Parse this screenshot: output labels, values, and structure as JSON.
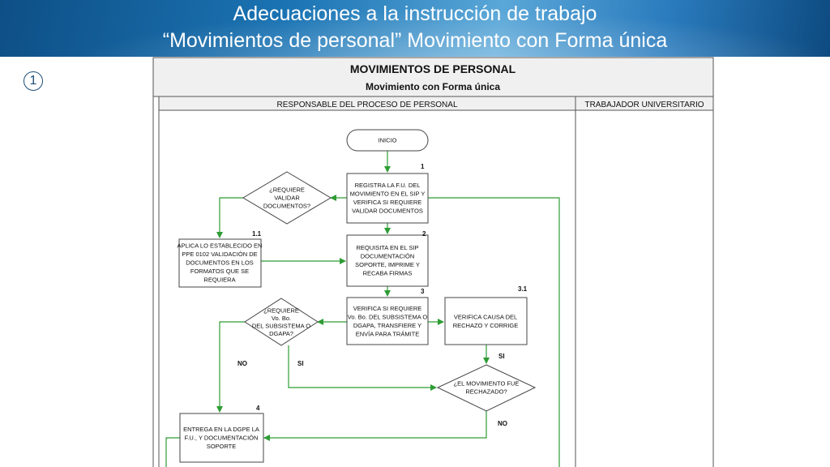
{
  "slide": {
    "title_line1": "Adecuaciones a la instrucción de trabajo",
    "title_line2": "“Movimientos de personal” Movimiento con Forma única",
    "badge": "1"
  },
  "diagram": {
    "header_title": "MOVIMIENTOS DE PERSONAL",
    "header_subtitle": "Movimiento con Forma única",
    "lane_left": "RESPONSABLE DEL PROCESO DE PERSONAL",
    "lane_right": "TRABAJADOR UNIVERSITARIO",
    "nodes": {
      "inicio": "INICIO",
      "step1": [
        "REGISTRA LA F.U. DEL",
        "MOVIMIENTO EN EL SIP  Y",
        "VERIFICA SI REQUIERE",
        "VALIDAR DOCUMENTOS"
      ],
      "dec1": [
        "¿REQUIERE",
        "VALIDAR",
        "DOCUMENTOS?"
      ],
      "step11": [
        "APLICA LO ESTABLECIDO EN",
        "PPE 0102 VALIDACIÓN DE",
        "DOCUMENTOS EN LOS",
        "FORMATOS QUE SE",
        "REQUIERA"
      ],
      "step2": [
        "REQUISITA EN EL SIP",
        "DOCUMENTACIÓN",
        "SOPORTE, IMPRIME Y",
        "RECABA FIRMAS"
      ],
      "step3": [
        "VERIFICA SI REQUIERE",
        "Vo. Bo. DEL SUBSISTEMA O",
        "DGAPA, TRANSFIERE Y",
        "ENVÍA PARA TRÁMITE"
      ],
      "dec2": [
        "¿REQUIERE",
        "Vo. Bo.",
        "DEL SUBSISTEMA O",
        "DGAPA?"
      ],
      "step31": [
        "VERIFICA CAUSA DEL",
        "RECHAZO Y CORRIGE"
      ],
      "dec3": [
        "¿EL MOVIMIENTO FUE",
        "RECHAZADO?"
      ],
      "step4": [
        "ENTREGA EN LA DGPE LA",
        "F.U., Y DOCUMENTACIÓN",
        "SOPORTE"
      ]
    },
    "step_numbers": {
      "n1": "1",
      "n11": "1.1",
      "n2": "2",
      "n3": "3",
      "n31": "3.1",
      "n4": "4"
    },
    "labels": {
      "no_left": "NO",
      "si_left": "SI",
      "si_right": "SI",
      "no_right": "NO"
    },
    "colors": {
      "arrow": "#2e9c34",
      "header_fill": "#f0f0f0",
      "border": "#555555"
    }
  }
}
